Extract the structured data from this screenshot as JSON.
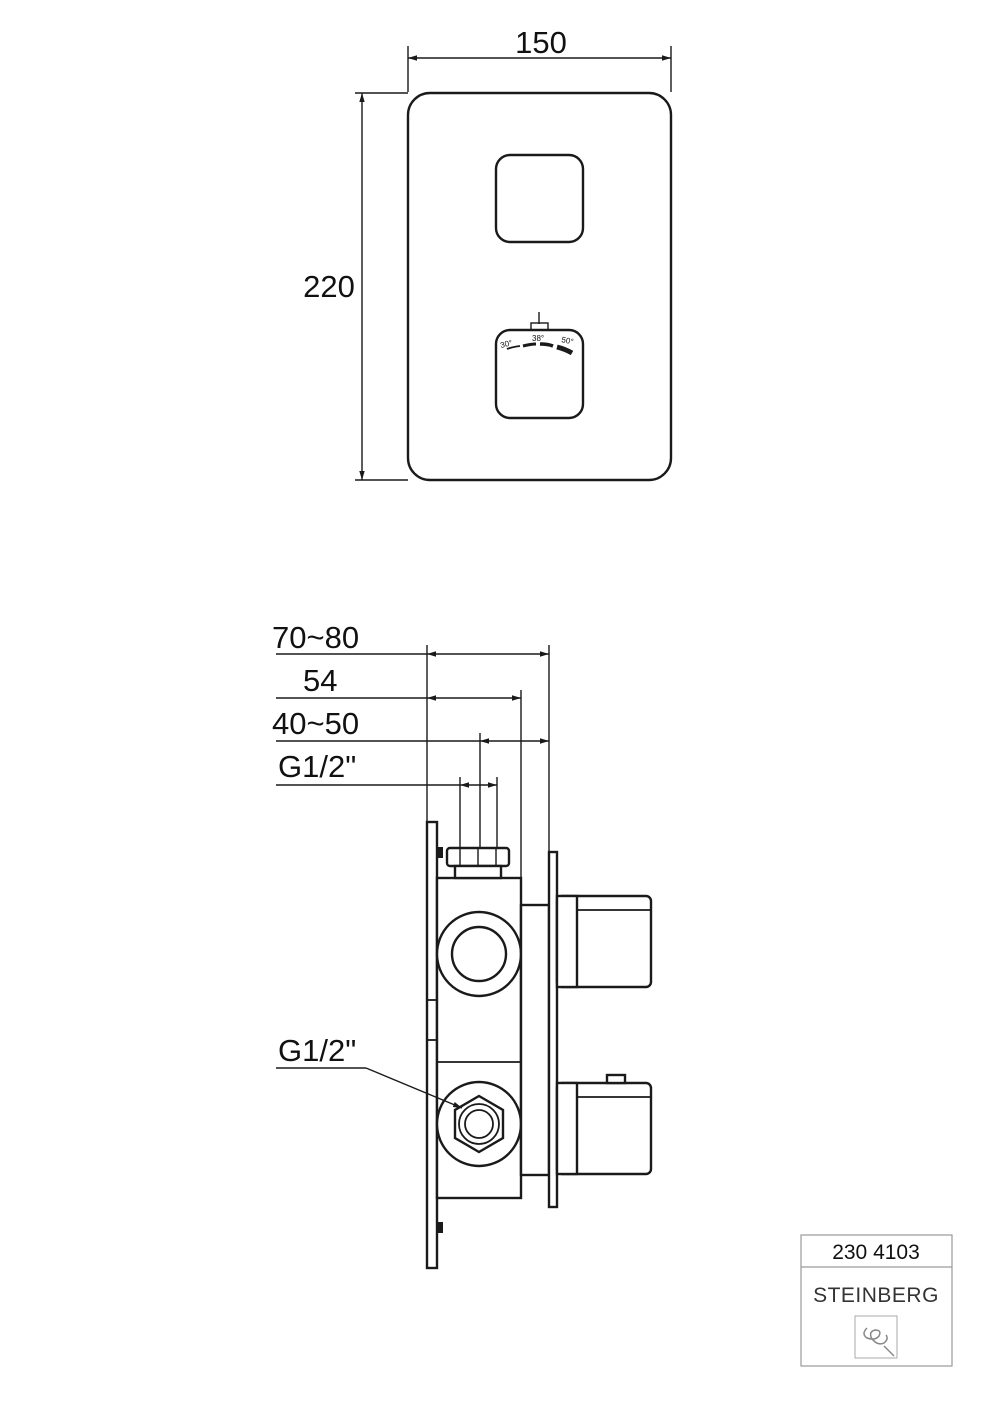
{
  "front_view": {
    "width_dim": "150",
    "height_dim": "220",
    "scale_labels": [
      "30°",
      "38°",
      "50°"
    ]
  },
  "side_view": {
    "dims": [
      "70~80",
      "54",
      "40~50",
      "G1/2\""
    ],
    "outlet_label": "G1/2\""
  },
  "title_block": {
    "article_number": "230 4103",
    "brand": "STEINBERG",
    "logo_icon": "steinberg-logo-icon"
  }
}
